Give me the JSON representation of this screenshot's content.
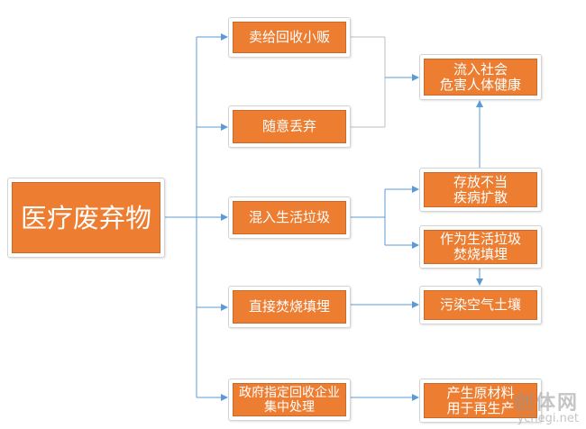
{
  "nodes": {
    "root": "医疗废弃物",
    "sell": "卖给回收小贩",
    "discard": "随意丢弃",
    "mix": "混入生活垃圾",
    "burn": "直接焚烧填埋",
    "gov": "政府指定回收企业集中处理",
    "harm_line1": "流入社会",
    "harm_line2": "危害人体健康",
    "spread_line1": "存放不当",
    "spread_line2": "疾病扩散",
    "landfill_line1": "作为生活垃圾",
    "landfill_line2": "焚烧填埋",
    "pollute": "污染空气土壤",
    "reuse_line1": "产生原材料",
    "reuse_line2": "用于再生产"
  },
  "colors": {
    "box_fill": "#ec7d31",
    "connector": "#5b9bd5",
    "text": "#ffffff"
  },
  "watermark": {
    "logo": "创体网",
    "url": "ychegi.net"
  }
}
